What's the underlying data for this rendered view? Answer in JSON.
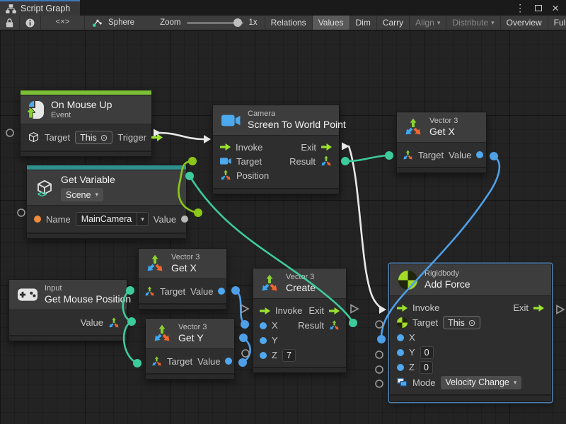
{
  "tab": {
    "title": "Script Graph"
  },
  "window_controls": {
    "menu_icon": "⋮",
    "close_icon": "×"
  },
  "ui": {
    "dropdown_arrow": "▾",
    "this_symbol": "⊙",
    "code_glyph": "<×>"
  },
  "toolbar": {
    "graph_name": "Sphere",
    "zoom_label": "Zoom",
    "zoom_value": "1x",
    "buttons": {
      "relations": "Relations",
      "values": "Values",
      "dim": "Dim",
      "carry": "Carry",
      "align": "Align",
      "distribute": "Distribute",
      "overview": "Overview",
      "full_screen": "Full Screen"
    }
  },
  "nodes": {
    "on_mouse_up": {
      "title": "On Mouse Up",
      "subtitle": "Event",
      "target_label": "Target",
      "target_value": "This",
      "trigger_label": "Trigger"
    },
    "get_variable": {
      "title": "Get Variable",
      "scope_value": "Scene",
      "name_label": "Name",
      "name_value": "MainCamera",
      "value_label": "Value"
    },
    "screen_to_world_point": {
      "kind": "Camera",
      "title": "Screen To World Point",
      "invoke_label": "Invoke",
      "exit_label": "Exit",
      "target_label": "Target",
      "result_label": "Result",
      "position_label": "Position"
    },
    "get_x_top": {
      "kind": "Vector 3",
      "title": "Get X",
      "target_label": "Target",
      "value_label": "Value"
    },
    "get_x_mid": {
      "kind": "Vector 3",
      "title": "Get X",
      "target_label": "Target",
      "value_label": "Value"
    },
    "get_y": {
      "kind": "Vector 3",
      "title": "Get Y",
      "target_label": "Target",
      "value_label": "Value"
    },
    "get_mouse_position": {
      "kind": "Input",
      "title": "Get Mouse Position",
      "value_label": "Value"
    },
    "vector3_create": {
      "kind": "Vector 3",
      "title": "Create",
      "invoke_label": "Invoke",
      "exit_label": "Exit",
      "x_label": "X",
      "y_label": "Y",
      "z_label": "Z",
      "z_value": "7",
      "result_label": "Result"
    },
    "add_force": {
      "kind": "Rigidbody",
      "title": "Add Force",
      "invoke_label": "Invoke",
      "exit_label": "Exit",
      "target_label": "Target",
      "target_value": "This",
      "x_label": "X",
      "y_label": "Y",
      "y_value": "0",
      "z_label": "Z",
      "z_value": "0",
      "mode_label": "Mode",
      "mode_value": "Velocity Change",
      "selected": true
    }
  },
  "connections": [
    {
      "from": "on_mouse_up.trigger",
      "to": "screen_to_world_point.invoke",
      "type": "flow"
    },
    {
      "from": "screen_to_world_point.exit",
      "to": "add_force.invoke",
      "type": "flow"
    },
    {
      "from": "get_variable.value",
      "to": "screen_to_world_point.target",
      "type": "object"
    },
    {
      "from": "vector3_create.result",
      "to": "screen_to_world_point.position",
      "type": "vector3"
    },
    {
      "from": "screen_to_world_point.result",
      "to": "get_x_top.target",
      "type": "vector3"
    },
    {
      "from": "get_x_top.value",
      "to": "add_force.x",
      "type": "float"
    },
    {
      "from": "get_mouse_position.value",
      "to": "get_x_mid.target",
      "type": "vector3"
    },
    {
      "from": "get_mouse_position.value",
      "to": "get_y.target",
      "type": "vector3"
    },
    {
      "from": "get_x_mid.value",
      "to": "vector3_create.x",
      "type": "float"
    },
    {
      "from": "get_y.value",
      "to": "vector3_create.y",
      "type": "float"
    }
  ],
  "colors": {
    "flow_wire": "#e8e8e8",
    "object_wire": "#8bc718",
    "vector_wire": "#3ecb9c",
    "float_wire": "#4f9fe8",
    "event_accent": "#7cc134",
    "variable_accent": "#2e8f8c",
    "selection": "#4e81b2"
  }
}
